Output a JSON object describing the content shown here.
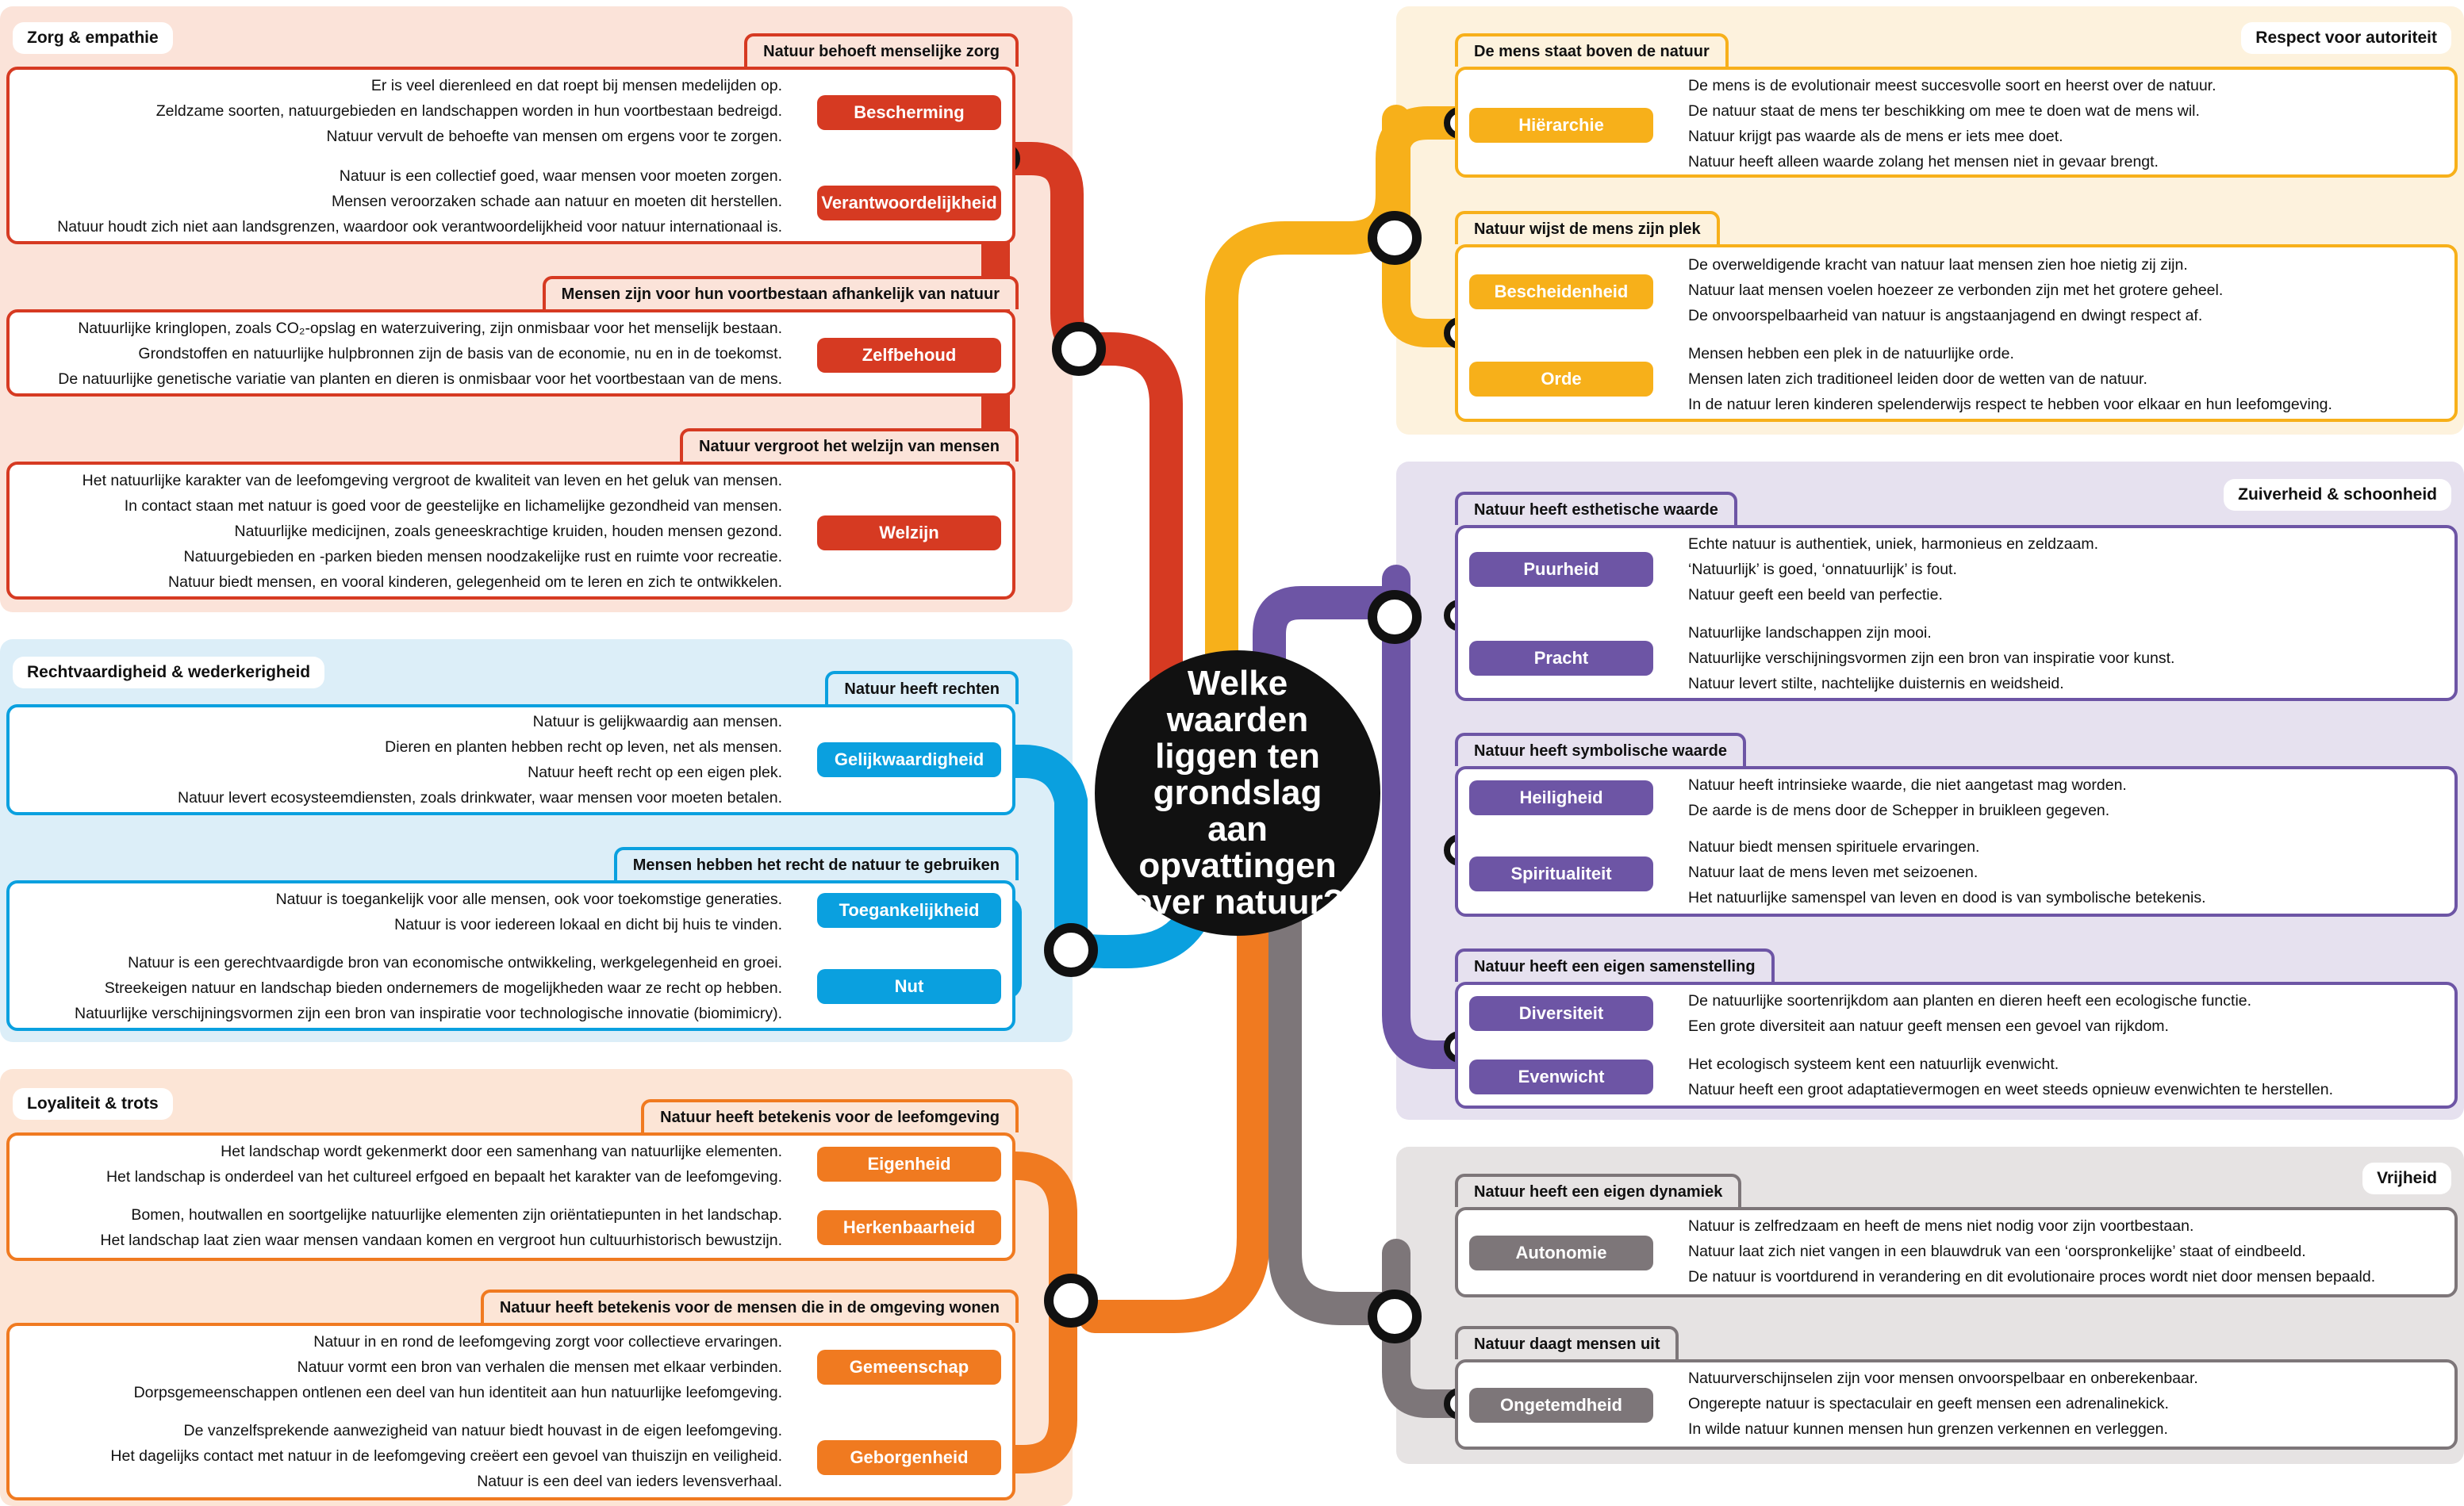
{
  "center_question": "Welke waarden liggen ten grondslag aan opvattingen over natuur?",
  "colors": {
    "red": "#D63A22",
    "red_panel": "#FBE3D9",
    "blue": "#0AA0DF",
    "blue_panel": "#DCEEF8",
    "orange": "#F07A20",
    "orange_panel": "#FCE5D6",
    "yellow": "#F7B01A",
    "yellow_panel": "#FDF2DD",
    "purple": "#6D55A5",
    "purple_panel": "#E6E1EF",
    "grey": "#7D7679",
    "grey_panel": "#E6E3E3"
  },
  "left": [
    {
      "title": "Zorg & empathie",
      "groups": [
        {
          "heading": "Natuur behoeft menselijke zorg",
          "values": [
            {
              "label": "Bescherming",
              "lines": [
                "Er is veel dierenleed en dat roept bij mensen medelijden op.",
                "Zeldzame soorten, natuurgebieden en landschappen worden in hun voortbestaan bedreigd.",
                "Natuur vervult de behoefte van mensen om ergens voor te zorgen."
              ]
            },
            {
              "label": "Verantwoordelijkheid",
              "lines": [
                "Natuur is een collectief goed, waar mensen voor moeten zorgen.",
                "Mensen veroorzaken schade aan natuur en moeten dit herstellen.",
                "Natuur houdt zich niet aan landsgrenzen, waardoor ook verantwoordelijkheid voor natuur internationaal is."
              ]
            }
          ]
        },
        {
          "heading": "Mensen zijn voor hun voortbestaan afhankelijk van natuur",
          "values": [
            {
              "label": "Zelfbehoud",
              "lines": [
                "Natuurlijke kringlopen, zoals CO₂-opslag en waterzuivering, zijn onmisbaar voor het menselijk bestaan.",
                "Grondstoffen en natuurlijke hulpbronnen zijn de basis van de economie, nu en in de toekomst.",
                "De natuurlijke genetische variatie van planten en dieren is onmisbaar voor het voortbestaan van de mens."
              ]
            }
          ]
        },
        {
          "heading": "Natuur vergroot het welzijn van mensen",
          "values": [
            {
              "label": "Welzijn",
              "lines": [
                "Het natuurlijke karakter van de leefomgeving vergroot de kwaliteit van leven en het geluk van mensen.",
                "In contact staan met natuur is goed voor de geestelijke en lichamelijke gezondheid van mensen.",
                "Natuurlijke medicijnen, zoals geneeskrachtige kruiden, houden mensen gezond.",
                "Natuurgebieden en -parken bieden mensen noodzakelijke rust en ruimte voor recreatie.",
                "Natuur biedt mensen, en vooral kinderen, gelegenheid om te leren en zich te ontwikkelen."
              ]
            }
          ]
        }
      ]
    },
    {
      "title": "Rechtvaardigheid & wederkerigheid",
      "groups": [
        {
          "heading": "Natuur heeft rechten",
          "values": [
            {
              "label": "Gelijkwaardigheid",
              "lines": [
                "Natuur is gelijkwaardig aan mensen.",
                "Dieren en planten hebben recht op leven, net als mensen.",
                "Natuur heeft recht op een eigen plek.",
                "Natuur levert ecosysteemdiensten, zoals drinkwater, waar mensen voor moeten betalen."
              ]
            }
          ]
        },
        {
          "heading": "Mensen hebben het recht de natuur te gebruiken",
          "values": [
            {
              "label": "Toegankelijkheid",
              "lines": [
                "Natuur is toegankelijk voor alle mensen, ook voor toekomstige generaties.",
                "Natuur is voor iedereen lokaal en dicht bij huis te vinden."
              ]
            },
            {
              "label": "Nut",
              "lines": [
                "Natuur is een gerechtvaardigde bron van economische ontwikkeling, werkgelegenheid en groei.",
                "Streekeigen natuur en landschap bieden ondernemers de mogelijkheden waar ze recht op hebben.",
                "Natuurlijke verschijningsvormen zijn een bron van inspiratie voor technologische innovatie (biomimicry)."
              ]
            }
          ]
        }
      ]
    },
    {
      "title": "Loyaliteit & trots",
      "groups": [
        {
          "heading": "Natuur heeft betekenis voor de leefomgeving",
          "values": [
            {
              "label": "Eigenheid",
              "lines": [
                "Het landschap wordt gekenmerkt door een samenhang van natuurlijke elementen.",
                "Het landschap is onderdeel van het cultureel erfgoed en bepaalt het karakter van de leefomgeving."
              ]
            },
            {
              "label": "Herkenbaarheid",
              "lines": [
                "Bomen, houtwallen en soortgelijke natuurlijke elementen zijn oriëntatiepunten in het landschap.",
                "Het landschap laat zien waar mensen vandaan komen en vergroot hun cultuurhistorisch bewustzijn."
              ]
            }
          ]
        },
        {
          "heading": "Natuur heeft betekenis voor de mensen die in de omgeving wonen",
          "values": [
            {
              "label": "Gemeenschap",
              "lines": [
                "Natuur in en rond de leefomgeving zorgt voor collectieve ervaringen.",
                "Natuur vormt een bron van verhalen die mensen met elkaar verbinden.",
                "Dorpsgemeenschappen ontlenen een deel van hun identiteit aan hun natuurlijke leefomgeving."
              ]
            },
            {
              "label": "Geborgenheid",
              "lines": [
                "De vanzelfsprekende aanwezigheid van natuur biedt houvast in de eigen leefomgeving.",
                "Het dagelijks contact met natuur in de leefomgeving creëert een gevoel van thuiszijn en veiligheid.",
                "Natuur is een deel van ieders levensverhaal."
              ]
            }
          ]
        }
      ]
    }
  ],
  "right": [
    {
      "title": "Respect voor autoriteit",
      "groups": [
        {
          "heading": "De mens staat boven de natuur",
          "values": [
            {
              "label": "Hiërarchie",
              "lines": [
                "De mens is de evolutionair meest succesvolle soort en heerst over de natuur.",
                "De natuur staat de mens ter beschikking om mee te doen wat de mens wil.",
                "Natuur krijgt pas waarde als de mens er iets mee doet.",
                "Natuur heeft alleen waarde zolang het mensen niet in gevaar brengt."
              ]
            }
          ]
        },
        {
          "heading": "Natuur wijst de mens zijn plek",
          "values": [
            {
              "label": "Bescheidenheid",
              "lines": [
                "De overweldigende kracht van natuur laat mensen zien hoe nietig zij zijn.",
                "Natuur laat mensen voelen hoezeer ze verbonden zijn met het grotere geheel.",
                "De onvoorspelbaarheid van natuur is angstaanjagend en dwingt respect af."
              ]
            },
            {
              "label": "Orde",
              "lines": [
                "Mensen hebben een plek in de natuurlijke orde.",
                "Mensen laten zich traditioneel leiden door de wetten van de natuur.",
                "In de natuur leren kinderen spelenderwijs respect te hebben voor elkaar en hun leefomgeving."
              ]
            }
          ]
        }
      ]
    },
    {
      "title": "Zuiverheid & schoonheid",
      "groups": [
        {
          "heading": "Natuur heeft esthetische waarde",
          "values": [
            {
              "label": "Puurheid",
              "lines": [
                "Echte natuur is authentiek, uniek, harmonieus en zeldzaam.",
                "‘Natuurlijk’ is goed, ‘onnatuurlijk’ is fout.",
                "Natuur geeft een beeld van perfectie."
              ]
            },
            {
              "label": "Pracht",
              "lines": [
                "Natuurlijke landschappen zijn mooi.",
                "Natuurlijke verschijningsvormen zijn een bron van inspiratie voor kunst.",
                "Natuur levert stilte, nachtelijke duisternis en weidsheid."
              ]
            }
          ]
        },
        {
          "heading": "Natuur heeft symbolische waarde",
          "values": [
            {
              "label": "Heiligheid",
              "lines": [
                "Natuur heeft intrinsieke waarde, die niet aangetast mag worden.",
                "De aarde is de mens door de Schepper in bruikleen gegeven."
              ]
            },
            {
              "label": "Spiritualiteit",
              "lines": [
                "Natuur biedt mensen spirituele ervaringen.",
                "Natuur laat de mens leven met seizoenen.",
                "Het natuurlijke samenspel van leven en dood is van symbolische betekenis."
              ]
            }
          ]
        },
        {
          "heading": "Natuur heeft een eigen samenstelling",
          "values": [
            {
              "label": "Diversiteit",
              "lines": [
                "De natuurlijke soortenrijkdom aan planten en dieren heeft een ecologische functie.",
                "Een grote diversiteit aan natuur geeft mensen een gevoel van rijkdom."
              ]
            },
            {
              "label": "Evenwicht",
              "lines": [
                "Het ecologisch systeem kent een natuurlijk evenwicht.",
                "Natuur heeft een groot adaptatievermogen en weet steeds opnieuw evenwichten te herstellen."
              ]
            }
          ]
        }
      ]
    },
    {
      "title": "Vrijheid",
      "groups": [
        {
          "heading": "Natuur heeft een eigen dynamiek",
          "values": [
            {
              "label": "Autonomie",
              "lines": [
                "Natuur is zelfredzaam en heeft de mens niet nodig voor zijn voortbestaan.",
                "Natuur laat zich niet vangen in een blauwdruk van een ‘oorspronkelijke’ staat of eindbeeld.",
                "De natuur is voortdurend in verandering en dit evolutionaire proces wordt niet door mensen bepaald."
              ]
            }
          ]
        },
        {
          "heading": "Natuur daagt mensen uit",
          "values": [
            {
              "label": "Ongetemdheid",
              "lines": [
                "Natuurverschijnselen zijn voor mensen onvoorspelbaar en onberekenbaar.",
                "Ongerepte natuur is spectaculair en geeft mensen een adrenalinekick.",
                "In wilde natuur kunnen mensen hun grenzen verkennen en verleggen."
              ]
            }
          ]
        }
      ]
    }
  ]
}
